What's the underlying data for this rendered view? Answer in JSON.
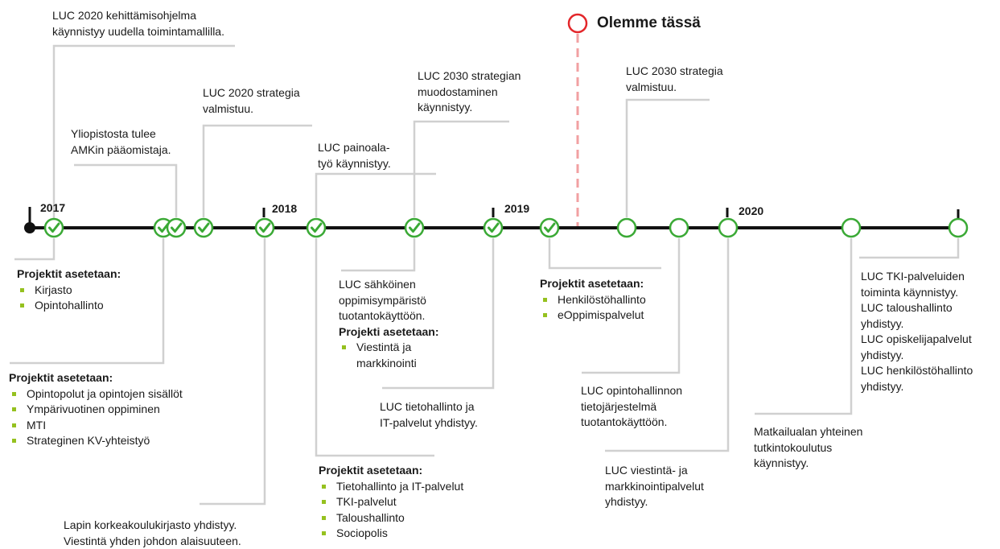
{
  "years": [
    "2017",
    "2018",
    "2019",
    "2020"
  ],
  "marker": "Olemme tässä",
  "colors": {
    "line": "#111111",
    "done": "#3aa935",
    "connector": "#d0d0d0",
    "marker": "#e3262a",
    "bullet": "#95c11f"
  },
  "events": {
    "e1": {
      "lines": [
        "LUC 2020 kehittämisohjelma",
        "käynnistyy uudella toimintamallilla."
      ]
    },
    "e2": {
      "lines": [
        "Yliopistosta tulee",
        "AMKin pääomistaja."
      ]
    },
    "e3": {
      "lines": [
        "LUC 2020 strategia",
        "valmistuu."
      ]
    },
    "e4": {
      "lines": [
        "LUC painoala-",
        "työ käynnistyy."
      ]
    },
    "e5": {
      "lines": [
        "LUC 2030 strategian",
        "muodostaminen",
        "käynnistyy."
      ]
    },
    "e6": {
      "lines": [
        "LUC 2030 strategia",
        "valmistuu."
      ]
    },
    "b1": {
      "heading": "Projektit asetetaan:",
      "items": [
        "Kirjasto",
        "Opintohallinto"
      ]
    },
    "b2": {
      "heading": "Projektit asetetaan:",
      "items": [
        "Opintopolut ja opintojen sisällöt",
        "Ympärivuotinen oppiminen",
        "MTI",
        "Strateginen KV-yhteistyö"
      ]
    },
    "b3": {
      "lines": [
        "Lapin korkeakoulukirjasto yhdistyy.",
        "Viestintä yhden johdon alaisuuteen."
      ]
    },
    "b4": {
      "heading": "Projektit asetetaan:",
      "items": [
        "Tietohallinto ja IT-palvelut",
        "TKI-palvelut",
        "Taloushallinto",
        "Sociopolis"
      ]
    },
    "b5": {
      "lines": [
        "LUC sähköinen",
        "oppimisympäristö",
        "tuotantokäyttöön."
      ],
      "heading": "Projekti asetetaan:",
      "items": [
        "Viestintä ja",
        "markkinointi"
      ]
    },
    "b6": {
      "lines": [
        "LUC tietohallinto ja",
        "IT-palvelut yhdistyy."
      ]
    },
    "b7": {
      "heading": "Projektit asetetaan:",
      "items": [
        "Henkilöstöhallinto",
        "eOppimispalvelut"
      ]
    },
    "b8": {
      "lines": [
        "LUC opintohallinnon",
        "tietojärjestelmä",
        "tuotantokäyttöön."
      ]
    },
    "b9": {
      "lines": [
        "LUC viestintä- ja",
        "markkinointipalvelut",
        "yhdistyy."
      ]
    },
    "b10": {
      "lines": [
        "Matkailualan yhteinen",
        "tutkintokoulutus",
        "käynnistyy."
      ]
    },
    "b11": {
      "lines": [
        "LUC TKI-palveluiden",
        "toiminta käynnistyy.",
        "LUC taloushallinto",
        "yhdistyy.",
        "LUC opiskelijapalvelut",
        "yhdistyy.",
        "LUC henkilöstöhallinto",
        "yhdistyy."
      ]
    }
  }
}
